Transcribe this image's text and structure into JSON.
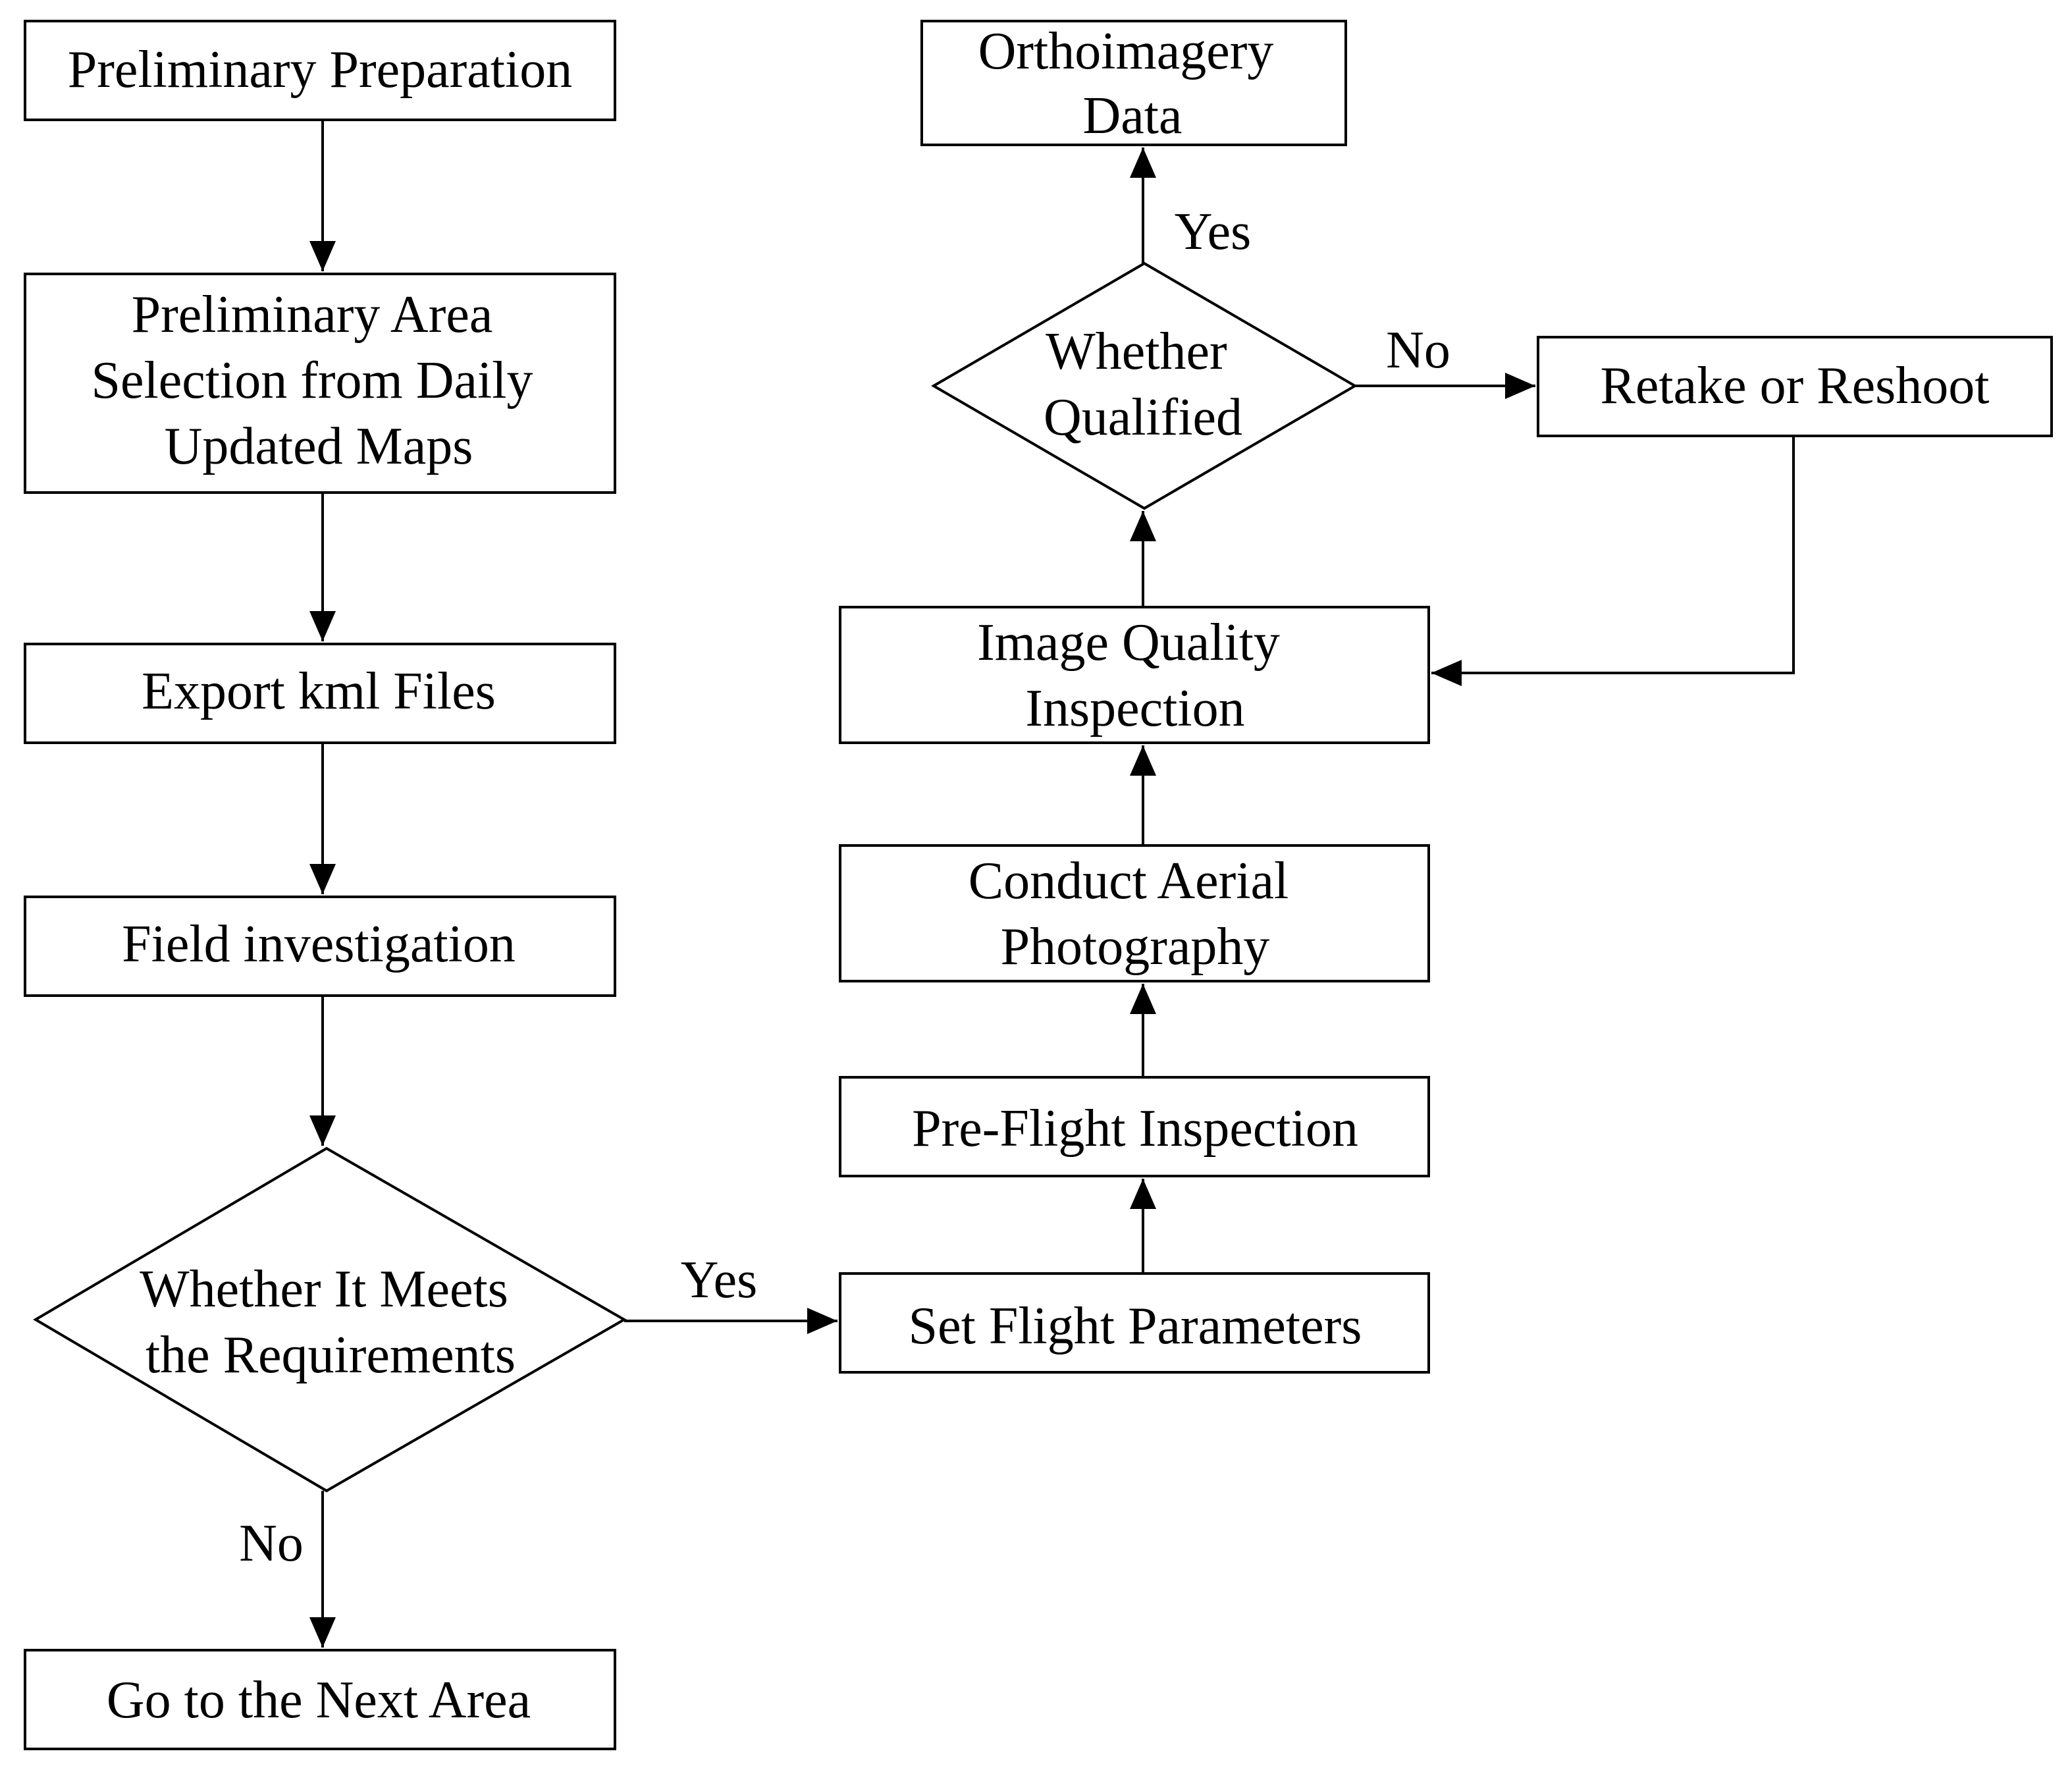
{
  "nodes": {
    "preliminary_preparation": [
      "Preliminary Preparation"
    ],
    "preliminary_area_selection": [
      "Preliminary Area",
      "Selection from Daily",
      "Updated Maps"
    ],
    "export_kml_files": [
      "Export kml Files"
    ],
    "field_investigation": [
      "Field investigation"
    ],
    "meets_requirements": [
      "Whether It Meets",
      "the Requirements"
    ],
    "go_to_next_area": [
      "Go to the Next Area"
    ],
    "set_flight_parameters": [
      "Set Flight Parameters"
    ],
    "pre_flight_inspection": [
      "Pre-Flight Inspection"
    ],
    "conduct_aerial_photography": [
      "Conduct Aerial",
      "Photography"
    ],
    "image_quality_inspection": [
      "Image Quality",
      "Inspection"
    ],
    "whether_qualified": [
      "Whether",
      "Qualified"
    ],
    "retake_or_reshoot": [
      "Retake or Reshoot"
    ],
    "orthoimagery_data": [
      "Orthoimagery",
      "Data"
    ]
  },
  "edge_labels": {
    "requirements_yes": "Yes",
    "requirements_no": "No",
    "qualified_yes": "Yes",
    "qualified_no": "No"
  },
  "colors": {
    "line": "#000000",
    "fill": "#ffffff",
    "text": "#000000"
  }
}
